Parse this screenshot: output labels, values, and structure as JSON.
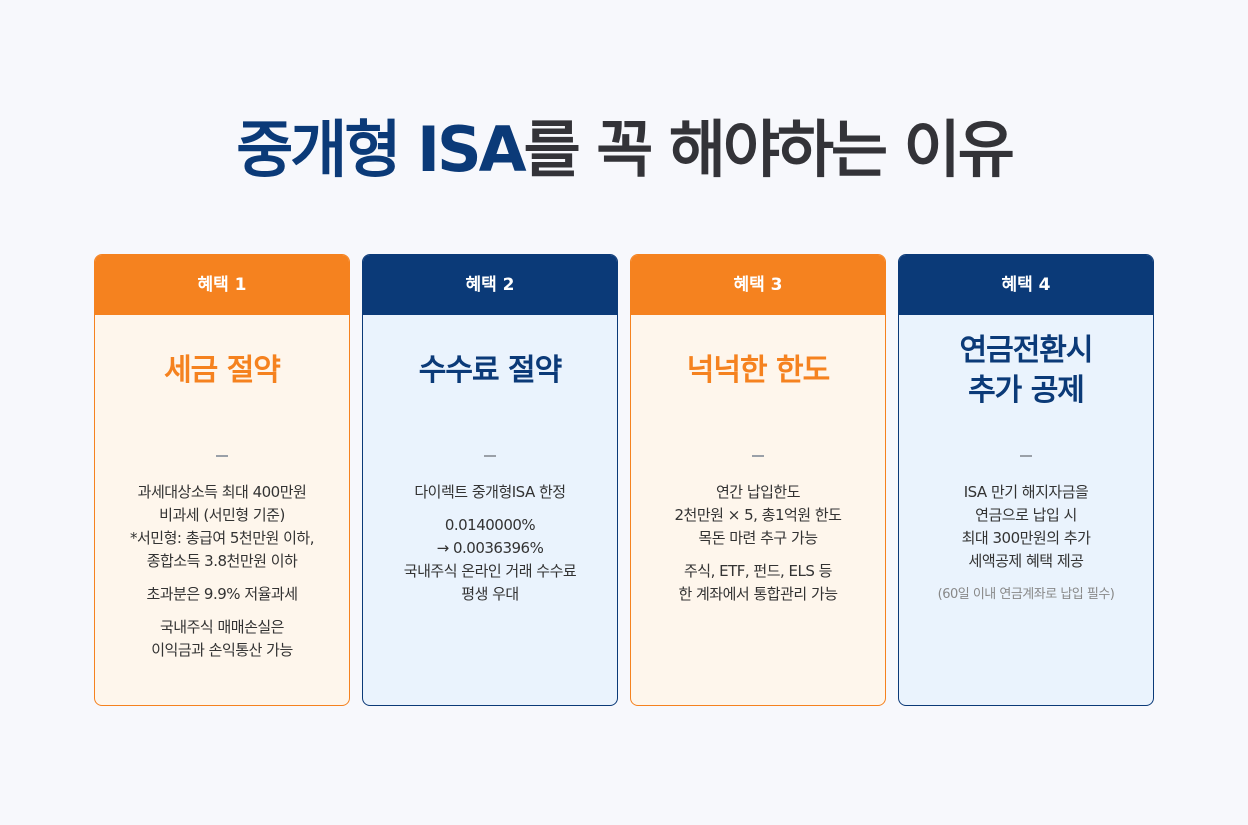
{
  "title": {
    "highlight": "중개형 ISA",
    "rest": "를 꼭 해야하는 이유"
  },
  "colors": {
    "orange": "#f5821f",
    "navy": "#0b3a78"
  },
  "cards": [
    {
      "header": "혜택 1",
      "title": "세금 절약",
      "paragraphs": [
        "과세대상소득 최대 400만원\n비과세 (서민형 기준)\n*서민형: 총급여 5천만원 이하,\n종합소득 3.8천만원 이하",
        "초과분은 9.9% 저율과세",
        "국내주식 매매손실은\n이익금과 손익통산 가능"
      ]
    },
    {
      "header": "혜택 2",
      "title": "수수료 절약",
      "paragraphs": [
        "다이렉트 중개형ISA 한정",
        "0.0140000%\n→ 0.0036396%\n국내주식 온라인 거래 수수료\n평생 우대"
      ]
    },
    {
      "header": "혜택 3",
      "title": "넉넉한 한도",
      "paragraphs": [
        "연간 납입한도\n2천만원 × 5, 총1억원 한도\n목돈 마련 추구 가능",
        "주식, ETF, 펀드, ELS 등\n한 계좌에서 통합관리 가능"
      ]
    },
    {
      "header": "혜택 4",
      "title": "연금전환시\n추가 공제",
      "paragraphs": [
        "ISA 만기 해지자금을\n연금으로 납입 시\n최대 300만원의 추가\n세액공제 혜택 제공"
      ],
      "note": "(60일 이내 연금계좌로 납입 필수)"
    }
  ]
}
